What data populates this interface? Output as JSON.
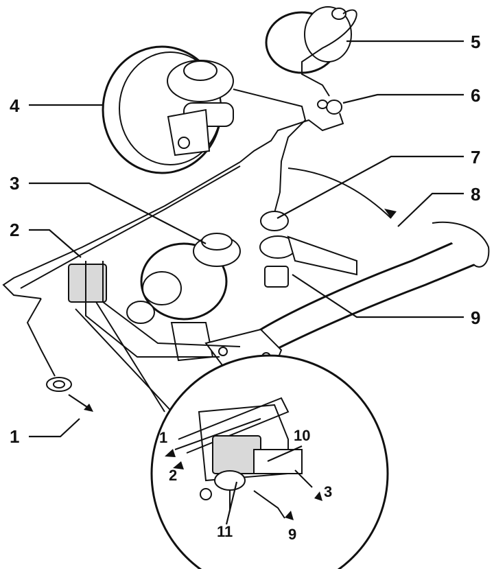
{
  "callouts": {
    "c1": "1",
    "c2": "2",
    "c3": "3",
    "c4": "4",
    "c5": "5",
    "c6": "6",
    "c7": "7",
    "c8": "8",
    "c9": "9"
  },
  "detail_callouts": {
    "d1": "1",
    "d2": "2",
    "d3": "3",
    "d9": "9",
    "d10": "10",
    "d11": "11"
  }
}
